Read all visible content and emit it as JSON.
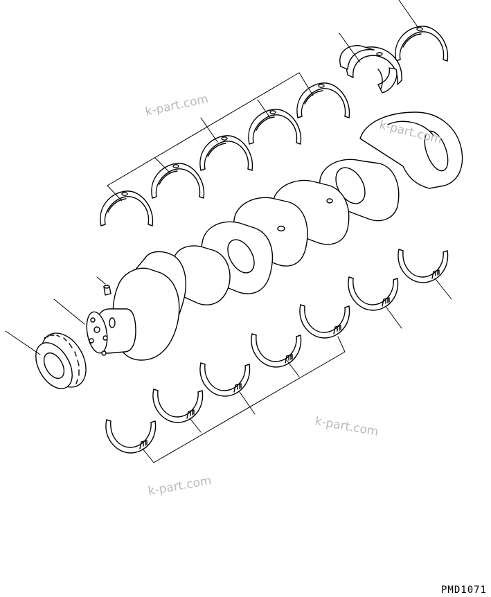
{
  "diagram": {
    "drawing_code": "PMD1071",
    "watermarks": [
      "k-part.com",
      "k-part.com",
      "k-part.com",
      "k-part.com"
    ]
  },
  "colors": {
    "line": "#000000",
    "watermark": "#b9b9b9",
    "background": "#ffffff"
  },
  "parts": [
    "crankshaft",
    "crankshaft-gear",
    "dowel-pin",
    "upper-main-bearing-set",
    "lower-main-bearing-set",
    "thrust-bearing"
  ]
}
